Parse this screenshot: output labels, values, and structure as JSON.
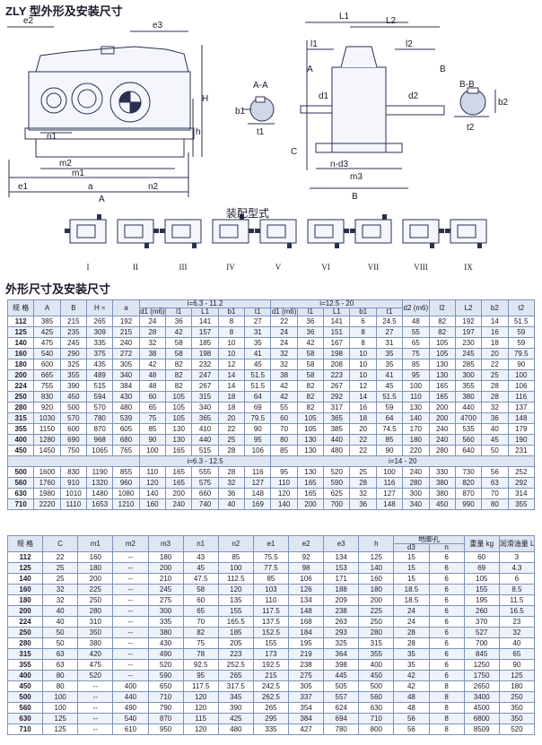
{
  "titles": {
    "drawing": "ZLY 型外形及安装尺寸",
    "assembly": "装配型式",
    "table": "外形尺寸及安装尺寸"
  },
  "drawing_labels": {
    "e2": "e2",
    "e3": "e3",
    "L1": "L1",
    "L2": "L2",
    "l1": "l1",
    "l2": "l2",
    "H": "H",
    "h": "h",
    "n1": "n1",
    "m2": "m2",
    "m1": "m1",
    "a": "a",
    "n2": "n2",
    "e1": "e1",
    "A": "A",
    "AA": "A-A",
    "BB": "B-B",
    "b1": "b1",
    "t1": "t1",
    "b2": "b2",
    "t2": "t2",
    "d1": "d1",
    "d2": "d2",
    "nd3": "n-d3",
    "m3": "m3",
    "B": "B",
    "C": "C",
    "Aref": "A",
    "Bref": "B"
  },
  "assembly_types": [
    "I",
    "II",
    "III",
    "IV",
    "V",
    "VI",
    "VII",
    "VIII",
    "IX"
  ],
  "table1": {
    "group_labels": [
      "i=6.3 - 11.2",
      "i=12.5 - 20"
    ],
    "headers_top": [
      "规 格",
      "A",
      "B",
      "H ≈",
      "a",
      "d1 (m6)",
      "l1",
      "L1",
      "b1",
      "t1",
      "d1 (m6)",
      "l1",
      "L1",
      "b1",
      "t1",
      "d2 (m6)",
      "l2",
      "L2",
      "b2",
      "t2"
    ],
    "rows_a": [
      [
        "112",
        "385",
        "215",
        "265",
        "192",
        "24",
        "36",
        "141",
        "8",
        "27",
        "22",
        "36",
        "141",
        "6",
        "24.5",
        "48",
        "82",
        "192",
        "14",
        "51.5"
      ],
      [
        "125",
        "425",
        "235",
        "309",
        "215",
        "28",
        "42",
        "157",
        "8",
        "31",
        "24",
        "36",
        "151",
        "8",
        "27",
        "55",
        "82",
        "197",
        "16",
        "59"
      ],
      [
        "140",
        "475",
        "245",
        "335",
        "240",
        "32",
        "58",
        "185",
        "10",
        "35",
        "24",
        "42",
        "167",
        "8",
        "31",
        "65",
        "105",
        "230",
        "18",
        "59"
      ],
      [
        "160",
        "540",
        "290",
        "375",
        "272",
        "38",
        "58",
        "198",
        "10",
        "41",
        "32",
        "58",
        "198",
        "10",
        "35",
        "75",
        "105",
        "245",
        "20",
        "79.5"
      ],
      [
        "180",
        "600",
        "325",
        "435",
        "305",
        "42",
        "82",
        "232",
        "12",
        "45",
        "32",
        "58",
        "208",
        "10",
        "35",
        "85",
        "130",
        "285",
        "22",
        "90"
      ],
      [
        "200",
        "665",
        "355",
        "489",
        "340",
        "48",
        "82",
        "247",
        "14",
        "51.5",
        "38",
        "58",
        "223",
        "10",
        "41",
        "95",
        "130",
        "300",
        "25",
        "100"
      ],
      [
        "224",
        "755",
        "390",
        "515",
        "384",
        "48",
        "82",
        "267",
        "14",
        "51.5",
        "42",
        "82",
        "267",
        "12",
        "45",
        "100",
        "165",
        "355",
        "28",
        "106"
      ],
      [
        "250",
        "830",
        "450",
        "594",
        "430",
        "60",
        "105",
        "315",
        "18",
        "64",
        "42",
        "82",
        "292",
        "14",
        "51.5",
        "110",
        "165",
        "380",
        "28",
        "116"
      ],
      [
        "280",
        "920",
        "500",
        "570",
        "480",
        "65",
        "105",
        "340",
        "18",
        "69",
        "55",
        "82",
        "317",
        "16",
        "59",
        "130",
        "200",
        "440",
        "32",
        "137"
      ],
      [
        "315",
        "1030",
        "570",
        "780",
        "539",
        "75",
        "105",
        "365",
        "20",
        "79.5",
        "60",
        "105",
        "365",
        "18",
        "64",
        "140",
        "200",
        "4700",
        "36",
        "148"
      ],
      [
        "355",
        "1150",
        "600",
        "870",
        "605",
        "85",
        "130",
        "410",
        "22",
        "90",
        "70",
        "105",
        "385",
        "20",
        "74.5",
        "170",
        "240",
        "535",
        "40",
        "179"
      ],
      [
        "400",
        "1280",
        "690",
        "968",
        "680",
        "90",
        "130",
        "440",
        "25",
        "95",
        "80",
        "130",
        "440",
        "22",
        "85",
        "180",
        "240",
        "560",
        "45",
        "190"
      ],
      [
        "450",
        "1450",
        "750",
        "1065",
        "765",
        "100",
        "165",
        "515",
        "28",
        "106",
        "85",
        "130",
        "480",
        "22",
        "90",
        "220",
        "280",
        "640",
        "50",
        "231"
      ]
    ],
    "group_labels_b": [
      "i=6.3 - 12.5",
      "i=14 - 20"
    ],
    "rows_b": [
      [
        "500",
        "1600",
        "830",
        "1190",
        "855",
        "110",
        "165",
        "555",
        "28",
        "116",
        "95",
        "130",
        "520",
        "25",
        "100",
        "240",
        "330",
        "730",
        "56",
        "252"
      ],
      [
        "560",
        "1760",
        "910",
        "1320",
        "960",
        "120",
        "165",
        "575",
        "32",
        "127",
        "110",
        "165",
        "590",
        "28",
        "116",
        "280",
        "380",
        "820",
        "63",
        "292"
      ],
      [
        "630",
        "1980",
        "1010",
        "1480",
        "1080",
        "140",
        "200",
        "660",
        "36",
        "148",
        "120",
        "165",
        "625",
        "32",
        "127",
        "300",
        "380",
        "870",
        "70",
        "314"
      ],
      [
        "710",
        "2220",
        "1110",
        "1653",
        "1210",
        "160",
        "240",
        "740",
        "40",
        "169",
        "140",
        "200",
        "700",
        "36",
        "148",
        "340",
        "450",
        "990",
        "80",
        "355"
      ]
    ]
  },
  "table2": {
    "headers": [
      "规 格",
      "C",
      "m1",
      "m2",
      "m3",
      "n1",
      "n2",
      "e1",
      "e2",
      "e3",
      "h"
    ],
    "foot_group": "地脚孔",
    "foot_cols": [
      "d3",
      "n"
    ],
    "weight": "重量 kg",
    "oil": "润滑油量 L",
    "rows": [
      [
        "112",
        "22",
        "160",
        "--",
        "180",
        "43",
        "85",
        "75.5",
        "92",
        "134",
        "125",
        "15",
        "6",
        "60",
        "3"
      ],
      [
        "125",
        "25",
        "180",
        "--",
        "200",
        "45",
        "100",
        "77.5",
        "98",
        "153",
        "140",
        "15",
        "6",
        "69",
        "4.3"
      ],
      [
        "140",
        "25",
        "200",
        "--",
        "210",
        "47.5",
        "112.5",
        "85",
        "106",
        "171",
        "160",
        "15",
        "6",
        "105",
        "6"
      ],
      [
        "160",
        "32",
        "225",
        "--",
        "245",
        "58",
        "120",
        "103",
        "126",
        "188",
        "180",
        "18.5",
        "6",
        "155",
        "8.5"
      ],
      [
        "180",
        "32",
        "250",
        "--",
        "275",
        "60",
        "135",
        "110",
        "134",
        "209",
        "200",
        "18.5",
        "6",
        "195",
        "11.5"
      ],
      [
        "200",
        "40",
        "280",
        "--",
        "300",
        "65",
        "155",
        "117.5",
        "148",
        "238",
        "225",
        "24",
        "6",
        "260",
        "16.5"
      ],
      [
        "224",
        "40",
        "310",
        "--",
        "335",
        "70",
        "165.5",
        "137.5",
        "168",
        "263",
        "250",
        "24",
        "6",
        "370",
        "23"
      ],
      [
        "250",
        "50",
        "350",
        "--",
        "380",
        "82",
        "185",
        "152.5",
        "184",
        "293",
        "280",
        "28",
        "6",
        "527",
        "32"
      ],
      [
        "280",
        "50",
        "380",
        "--",
        "430",
        "75",
        "205",
        "155",
        "195",
        "325",
        "315",
        "28",
        "6",
        "700",
        "40"
      ],
      [
        "315",
        "63",
        "420",
        "--",
        "490",
        "78",
        "223",
        "173",
        "219",
        "364",
        "355",
        "35",
        "6",
        "845",
        "65"
      ],
      [
        "355",
        "63",
        "475",
        "--",
        "520",
        "92.5",
        "252.5",
        "192.5",
        "238",
        "398",
        "400",
        "35",
        "6",
        "1250",
        "90"
      ],
      [
        "400",
        "80",
        "520",
        "--",
        "590",
        "95",
        "265",
        "215",
        "275",
        "445",
        "450",
        "42",
        "6",
        "1750",
        "125"
      ],
      [
        "450",
        "80",
        "--",
        "400",
        "650",
        "117.5",
        "317.5",
        "242.5",
        "305",
        "505",
        "500",
        "42",
        "8",
        "2650",
        "180"
      ],
      [
        "500",
        "100",
        "--",
        "440",
        "710",
        "120",
        "345",
        "262.5",
        "337",
        "557",
        "560",
        "48",
        "8",
        "3400",
        "250"
      ],
      [
        "560",
        "100",
        "--",
        "490",
        "790",
        "120",
        "390",
        "265",
        "354",
        "624",
        "630",
        "48",
        "8",
        "4500",
        "350"
      ],
      [
        "630",
        "125",
        "--",
        "540",
        "870",
        "115",
        "425",
        "295",
        "384",
        "694",
        "710",
        "56",
        "8",
        "6800",
        "350"
      ],
      [
        "710",
        "125",
        "--",
        "610",
        "950",
        "120",
        "480",
        "335",
        "427",
        "780",
        "800",
        "56",
        "8",
        "8509",
        "520"
      ]
    ]
  },
  "colors": {
    "line": "#2a3050",
    "grid": "#7e93b8",
    "head": "#dfe6f3",
    "shade": "#cfd8e8"
  }
}
